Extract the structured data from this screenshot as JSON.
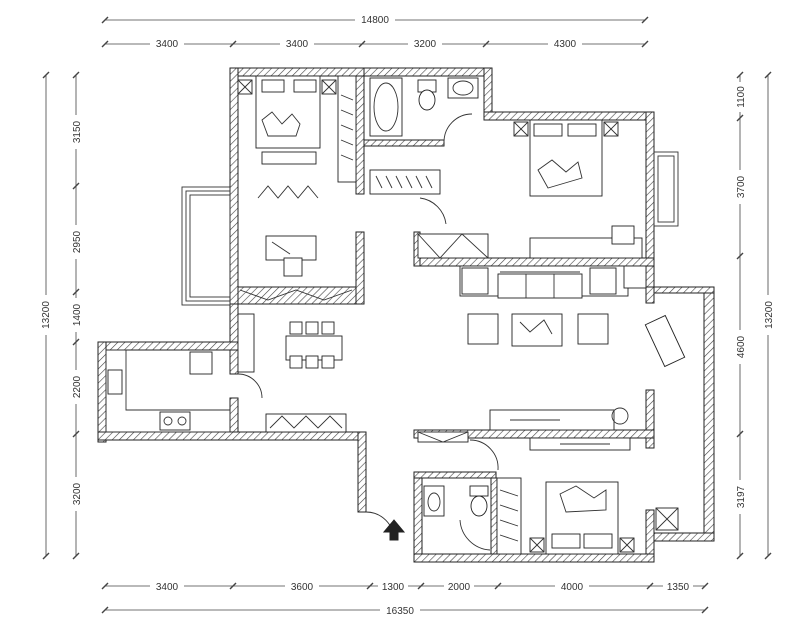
{
  "dimensions": {
    "top_total": "14800",
    "top_segments": [
      "3400",
      "3400",
      "3200",
      "4300"
    ],
    "bottom_total": "16350",
    "bottom_segments": [
      "3400",
      "3600",
      "1300",
      "2000",
      "4000",
      "1350"
    ],
    "left_total": "13200",
    "left_segments": [
      "3150",
      "2950",
      "1400",
      "2200",
      "3200"
    ],
    "right_total": "13200",
    "right_segments": [
      "1100",
      "3700",
      "4600",
      "3197"
    ]
  }
}
